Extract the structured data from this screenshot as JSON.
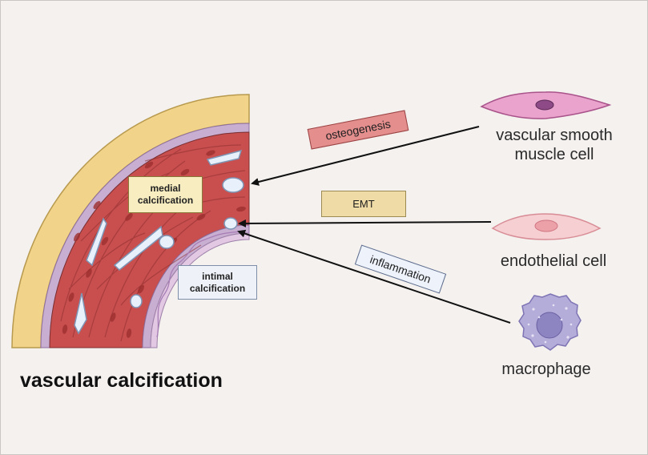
{
  "title": "vascular calcification",
  "regions": {
    "medial": [
      "medial",
      "calcification"
    ],
    "intimal": [
      "intimal",
      "calcification"
    ]
  },
  "processes": {
    "osteogenesis": "osteogenesis",
    "emt": "EMT",
    "inflammation": "inflammation"
  },
  "cells": {
    "vsmc": [
      "vascular smooth",
      "muscle cell"
    ],
    "endothelial": "endothelial cell",
    "macrophage": "macrophage"
  },
  "colors": {
    "background": "#f4f1ef",
    "adventitia": "#f2d38a",
    "media": "#c94f4f",
    "elastic": "#c8aed0",
    "intima": "#e2c8e2",
    "calcium": "#e8f0fb",
    "vsmc": "#e9a3cc",
    "endothelial": "#f6cfd2",
    "macrophage": "#b5add9"
  }
}
